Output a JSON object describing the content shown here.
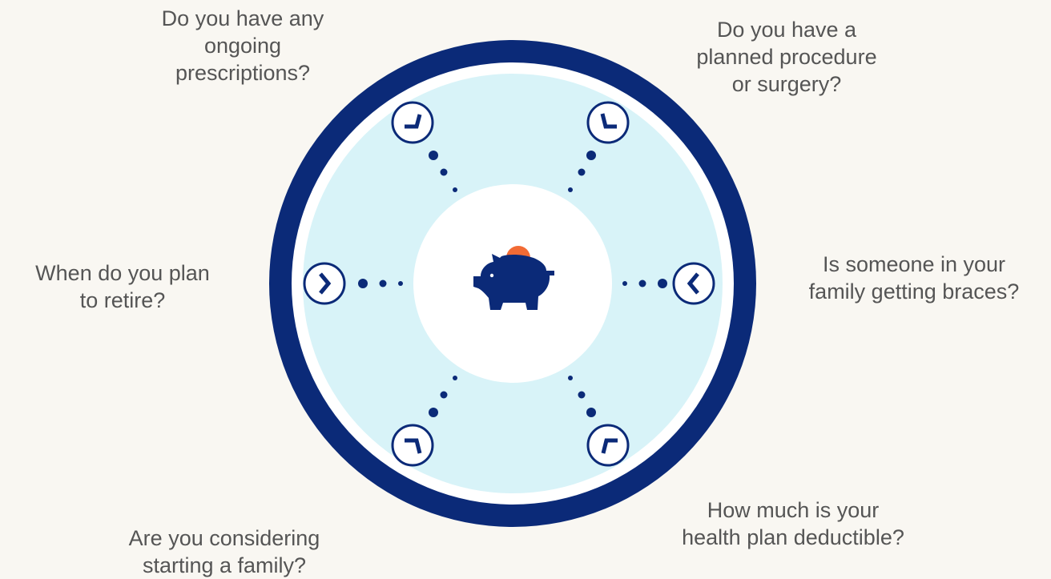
{
  "colors": {
    "background": "#f9f7f2",
    "outer_ring": "#0b2a78",
    "white_ring": "#ffffff",
    "inner_fill": "#d8f3f8",
    "center": "#ffffff",
    "icon": "#0b2a78",
    "coin": "#f26b35",
    "text": "#555555"
  },
  "questions": {
    "top_left": "Do you have any\nongoing\nprescriptions?",
    "top_right": "Do you have a\nplanned procedure\nor surgery?",
    "right": "Is someone in your\nfamily getting braces?",
    "bottom_right": "How much is your\nhealth plan deductible?",
    "bottom_left": "Are you considering\nstarting a family?",
    "left": "When do you plan\nto retire?"
  },
  "center_icon": "piggy-bank-icon",
  "node_icon": "chevron-icon"
}
